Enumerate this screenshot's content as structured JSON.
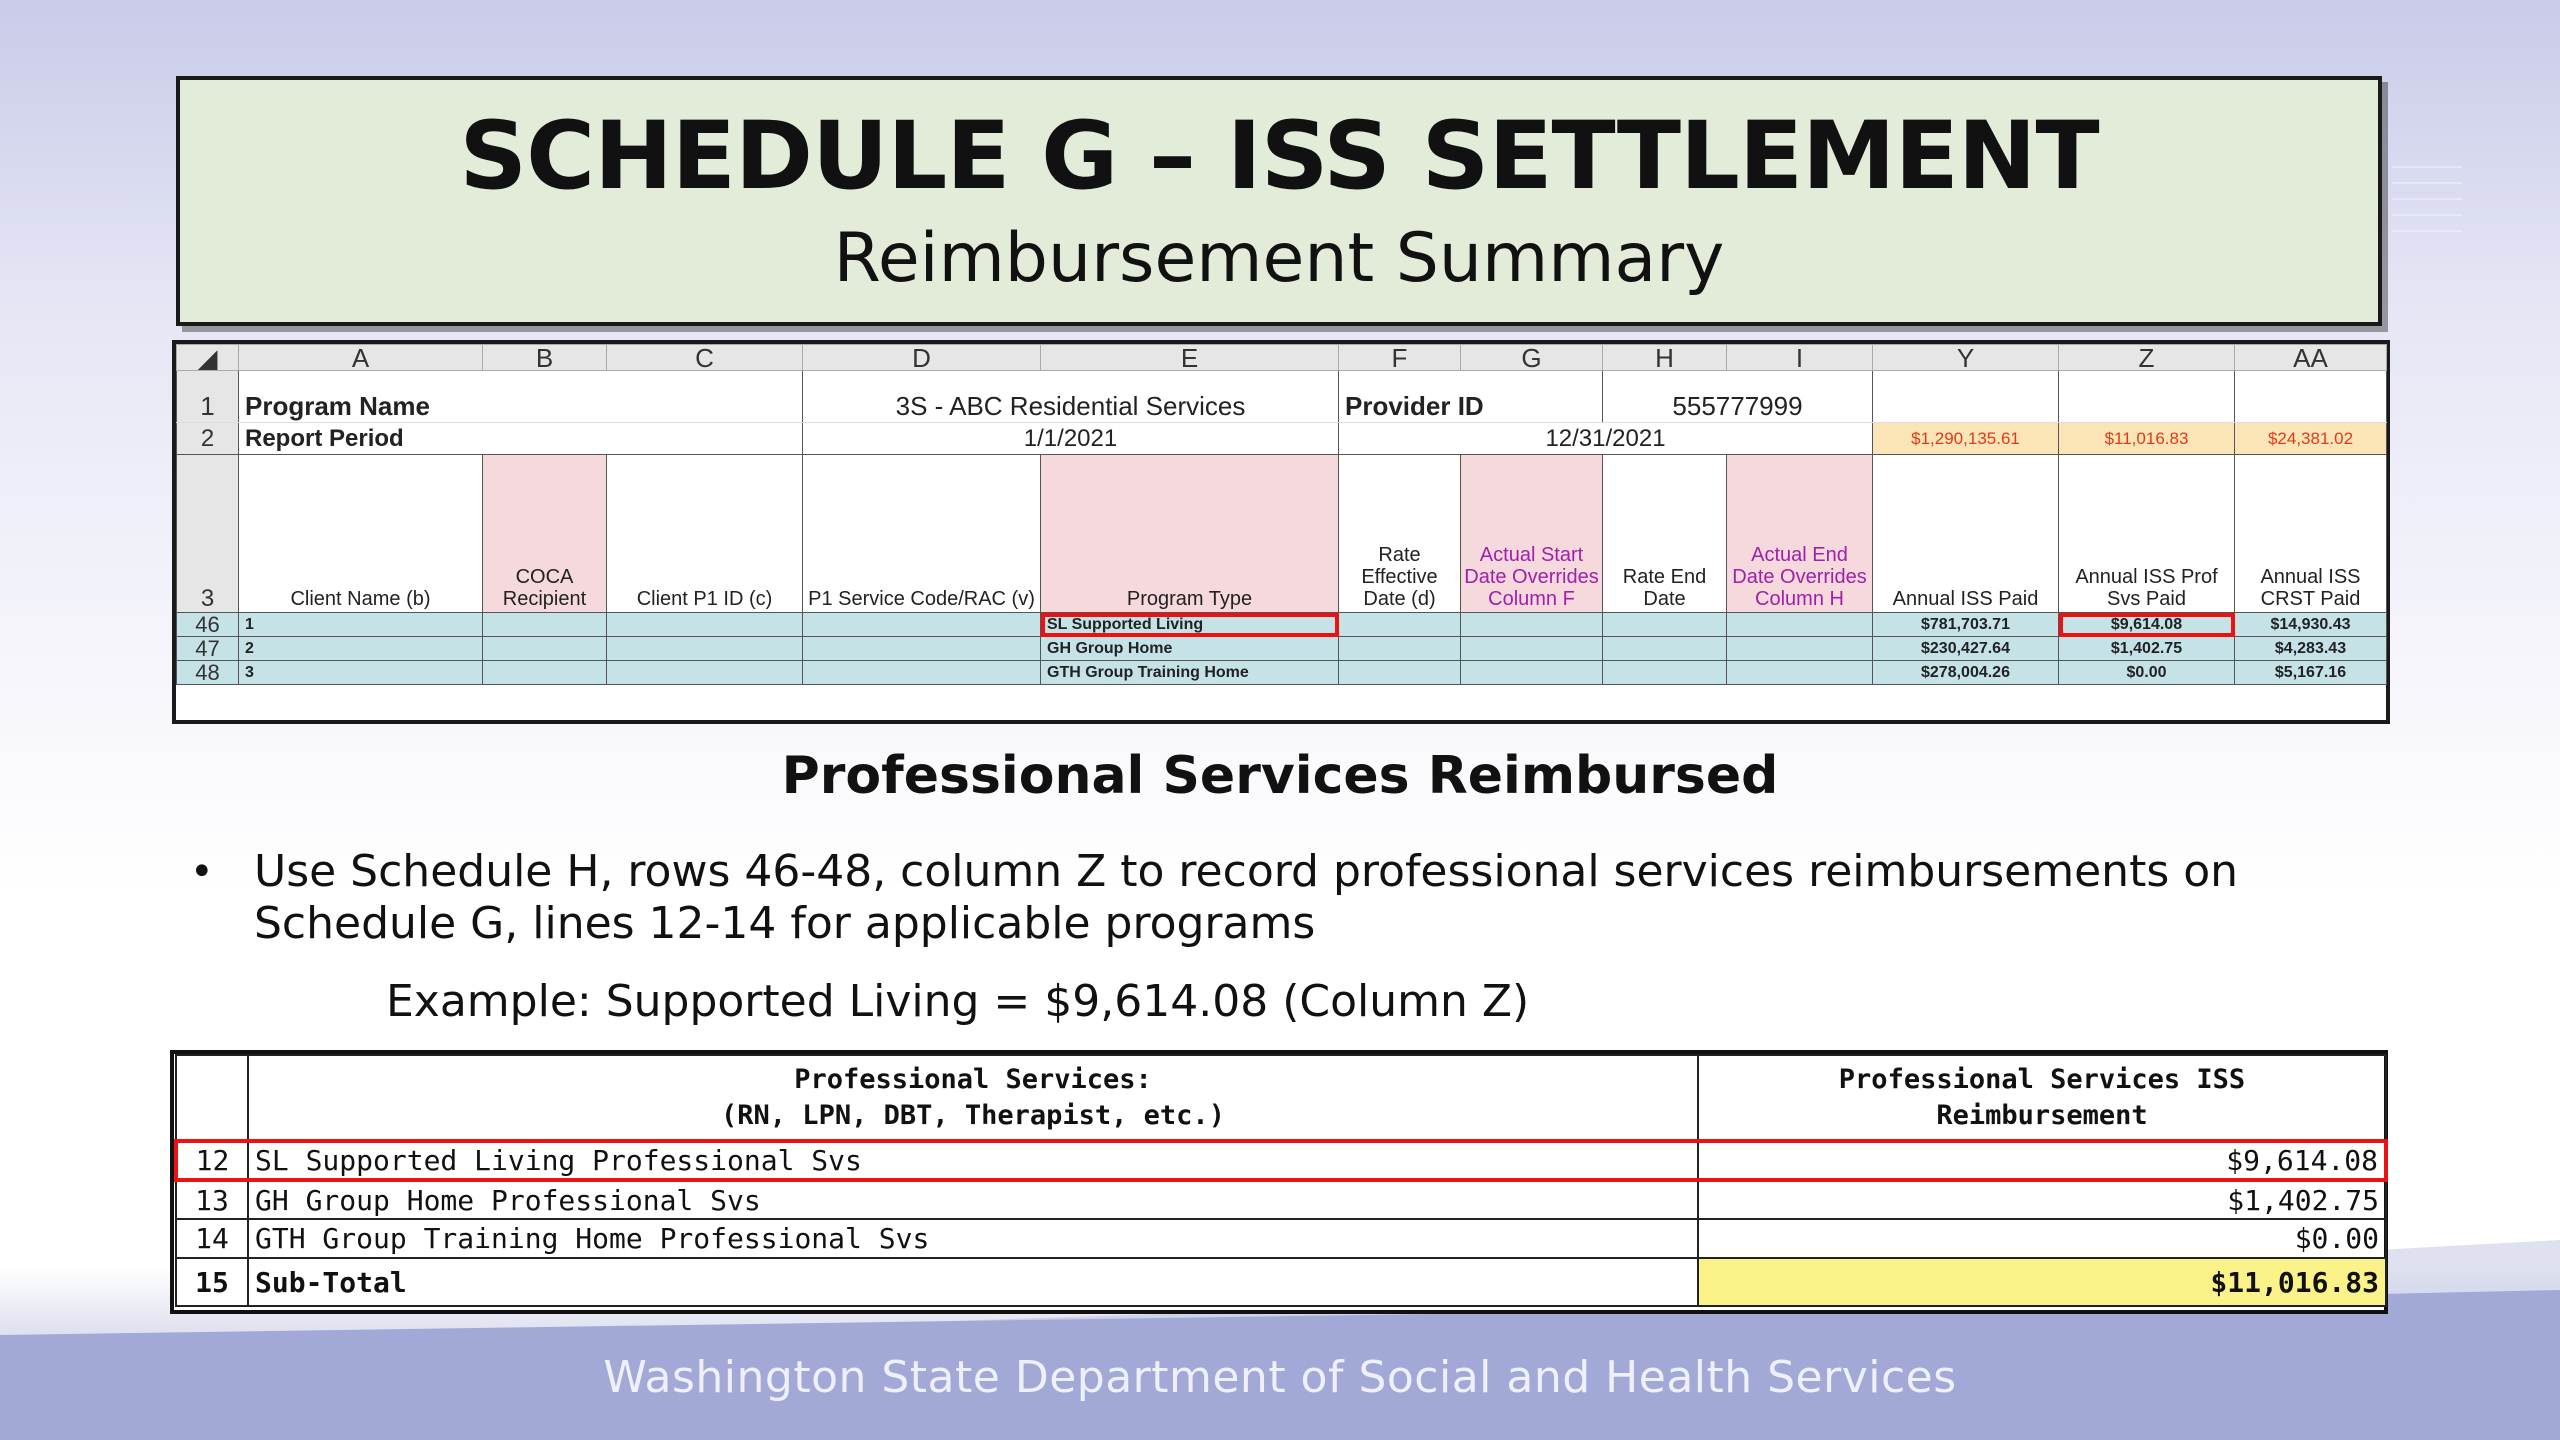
{
  "title": {
    "main": "SCHEDULE G – ISS SETTLEMENT",
    "sub": "Reimbursement Summary"
  },
  "sheet": {
    "col_headers": [
      "A",
      "B",
      "C",
      "D",
      "E",
      "F",
      "G",
      "H",
      "I",
      "Y",
      "Z",
      "AA"
    ],
    "row_numbers": [
      "1",
      "2",
      "3",
      "46",
      "47",
      "48"
    ],
    "program_name_label": "Program Name",
    "program_name_value": "3S - ABC Residential Services",
    "provider_id_label": "Provider ID",
    "provider_id_value": "555777999",
    "report_period_label": "Report Period",
    "report_start": "1/1/2021",
    "report_end": "12/31/2021",
    "totals": [
      "$1,290,135.61",
      "$11,016.83",
      "$24,381.02"
    ],
    "headers": {
      "client_name": "Client Name (b)",
      "coca": "COCA Recipient",
      "client_p1": "Client P1 ID (c)",
      "p1_service": "P1 Service Code/RAC (v)",
      "program_type": "Program Type",
      "rate_eff": "Rate Effective Date (d)",
      "actual_start": "Actual Start Date Overrides Column F",
      "rate_end": "Rate End Date",
      "actual_end": "Actual End Date Overrides Column H",
      "annual_iss": "Annual ISS Paid",
      "annual_prof": "Annual ISS Prof Svs Paid",
      "annual_crst": "Annual ISS CRST Paid"
    },
    "rows": [
      {
        "client": "1",
        "program": "SL Supported Living",
        "iss": "$781,703.71",
        "prof": "$9,614.08",
        "crst": "$14,930.43"
      },
      {
        "client": "2",
        "program": "GH Group Home",
        "iss": "$230,427.64",
        "prof": "$1,402.75",
        "crst": "$4,283.43"
      },
      {
        "client": "3",
        "program": "GTH Group Training Home",
        "iss": "$278,004.26",
        "prof": "$0.00",
        "crst": "$5,167.16"
      }
    ]
  },
  "headline": "Professional Services Reimbursed",
  "bullet": "Use Schedule H, rows 46-48, column Z to record professional services reimbursements on Schedule G, lines 12-14 for applicable programs",
  "example": "Example: Supported Living = $9,614.08 (Column Z)",
  "lower_table": {
    "header_left_1": "Professional Services:",
    "header_left_2": "(RN, LPN, DBT, Therapist, etc.)",
    "header_right_1": "Professional Services ISS",
    "header_right_2": "Reimbursement",
    "rows": [
      {
        "num": "12",
        "label": "SL Supported Living Professional Svs",
        "amount": "$9,614.08"
      },
      {
        "num": "13",
        "label": "GH Group Home Professional Svs",
        "amount": "$1,402.75"
      },
      {
        "num": "14",
        "label": "GTH Group Training Home Professional Svs",
        "amount": "$0.00"
      }
    ],
    "total": {
      "num": "15",
      "label": "Sub-Total",
      "amount": "$11,016.83"
    }
  },
  "footer": "Washington State Department of Social and Health Services",
  "colors": {
    "title_bg": "#e2ecd9",
    "highlight_red": "#ee1111",
    "subtotal_yellow": "#fbf28a",
    "data_row_teal": "#c5e3e7",
    "pink_col": "#f5d9dc",
    "purple_text": "#a31fa8"
  }
}
